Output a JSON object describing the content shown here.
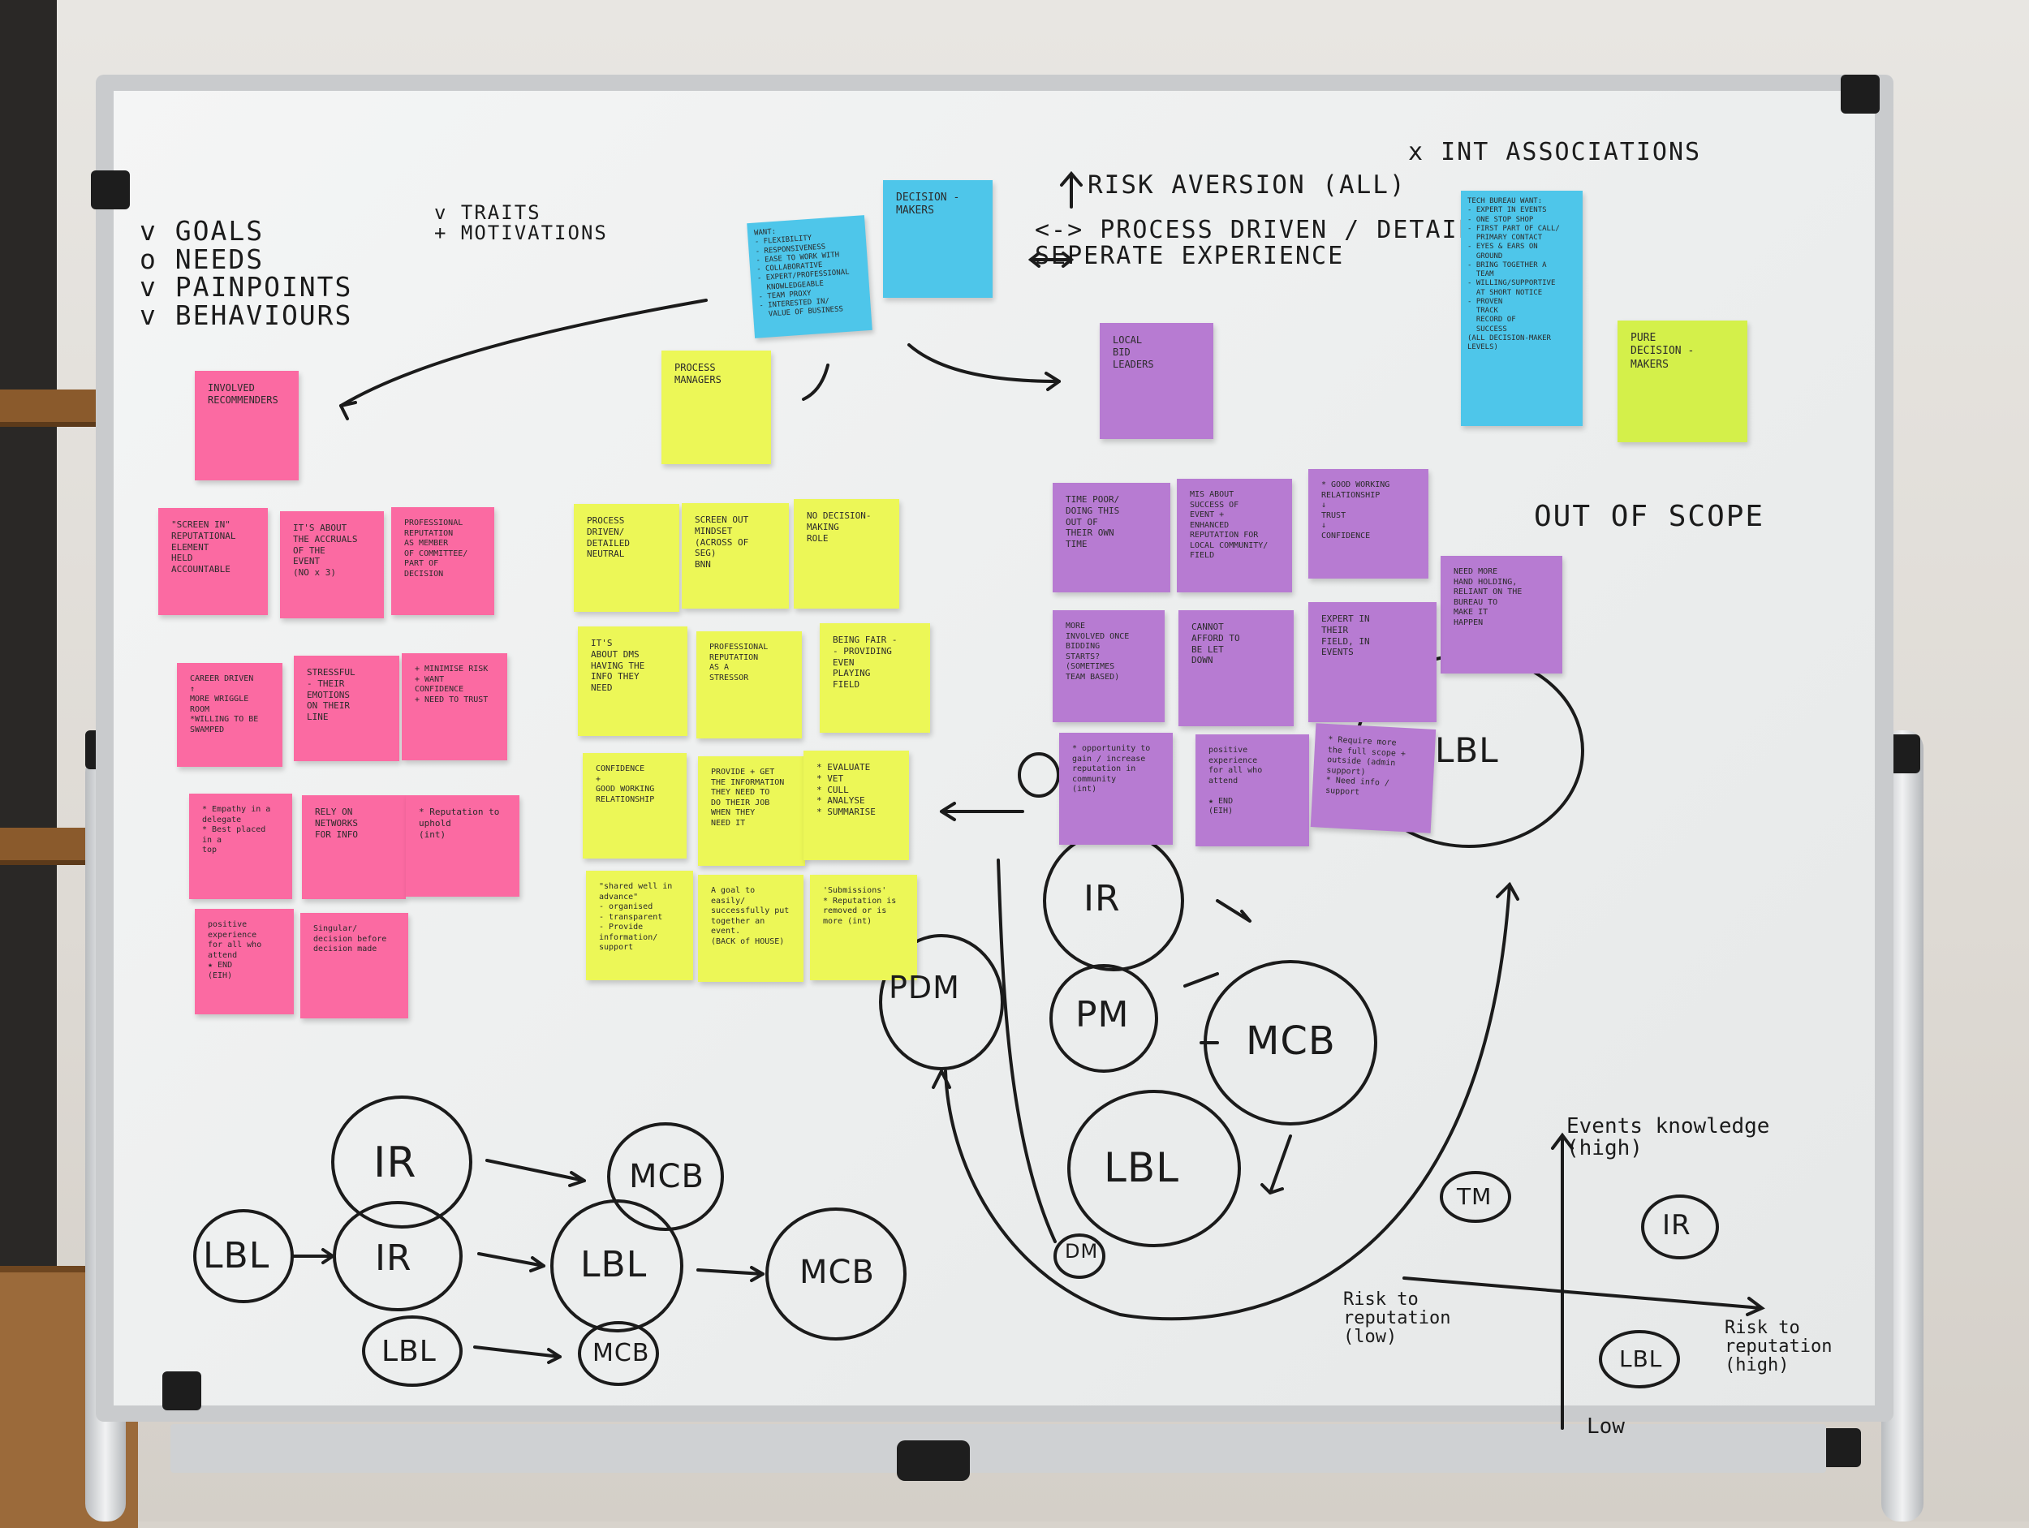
{
  "board": {
    "headings": {
      "attributes": "v GOALS\no NEEDS\nv PAINPOINTS\nv BEHAVIOURS",
      "traits": "v TRAITS\n+ MOTIVATIONS",
      "risk": "RISK AVERSION (ALL)",
      "process": "<-> PROCESS DRIVEN / DETAILED\nSEPERATE EXPERIENCE",
      "int": "x INT ASSOCIATIONS",
      "out_of_scope": "OUT OF SCOPE"
    },
    "notes": {
      "persona_ir": "INVOLVED\nRECOMMENDERS",
      "persona_pm": "PROCESS\nMANAGERS",
      "persona_want": "WANT:\n- FLEXIBILITY\n- RESPONSIVENESS\n- EASE TO WORK WITH\n- COLLABORATIVE\n- EXPERT/PROFESSIONAL\n  KNOWLEDGEABLE\n- TEAM PROXY\n- INTERESTED IN/\n  VALUE OF BUSINESS",
      "persona_dm": "DECISION -\nMAKERS",
      "persona_lbl": "LOCAL\nBID\nLEADERS",
      "tech_bureau": "TECH BUREAU WANT:\n- EXPERT IN EVENTS\n- ONE STOP SHOP\n- FIRST PART OF CALL/\n  PRIMARY CONTACT\n- EYES & EARS ON\n  GROUND\n- BRING TOGETHER A\n  TEAM\n- WILLING/SUPPORTIVE\n  AT SHORT NOTICE\n- PROVEN\n  TRACK\n  RECORD OF\n  SUCCESS\n(ALL DECISION-MAKER LEVELS)",
      "pure_dm": "PURE\nDECISION -\nMAKERS",
      "pink1": "\"SCREEN IN\"\nREPUTATIONAL\nELEMENT\nHELD ACCOUNTABLE",
      "pink2": "IT'S ABOUT\nTHE ACCRUALS\nOF THE\nEVENT\n(NO x 3)",
      "pink3": "PROFESSIONAL\nREPUTATION\nAS MEMBER\nOF COMMITTEE/\nPART OF\nDECISION",
      "pink4": "CAREER DRIVEN\n↑\nMORE WRIGGLE\nROOM\n*WILLING TO BE\nSWAMPED",
      "pink5": "STRESSFUL\n- THEIR\nEMOTIONS\nON THEIR\nLINE",
      "pink6": "+ MINIMISE RISK\n+ WANT CONFIDENCE\n+ NEED TO TRUST",
      "pink7": "* Empathy in a\ndelegate\n* Best placed in a\ntop",
      "pink8": "RELY ON\nNETWORKS\nFOR INFO",
      "pink9": "* Reputation to\nuphold\n(int)",
      "pink10": "positive experience\nfor all who attend\n★ END\n(EIH)",
      "pink11": "Singular/\ndecision before\ndecision made",
      "yellow1": "PROCESS\nDRIVEN/\nDETAILED\nNEUTRAL",
      "yellow2": "SCREEN OUT\nMINDSET\n(ACROSS OF\nSEG)\nBNN",
      "yellow3": "NO DECISION-\nMAKING\nROLE",
      "yellow4": "IT'S\nABOUT DMS\nHAVING THE\nINFO THEY\nNEED",
      "yellow5": "PROFESSIONAL\nREPUTATION\nAS A\nSTRESSOR",
      "yellow6": "BEING FAIR -\n- PROVIDING\nEVEN\nPLAYING\nFIELD",
      "yellow7": "CONFIDENCE\n+\nGOOD WORKING\nRELATIONSHIP",
      "yellow8": "PROVIDE + GET\nTHE INFORMATION\nTHEY NEED TO\nDO THEIR JOB\nWHEN THEY\nNEED IT",
      "yellow9": "* EVALUATE\n* VET\n* CULL\n* ANALYSE\n* SUMMARISE",
      "yellow10": "\"shared well in\nadvance\"\n- organised\n- transparent\n- Provide information/\nsupport",
      "yellow11": "A goal to easily/\nsuccessfully put\ntogether an event.\n(BACK of HOUSE)",
      "yellow12": "'Submissions'\n* Reputation is\nremoved or is\nmore (int)",
      "purple1": "TIME POOR/\nDOING THIS\nOUT OF\nTHEIR OWN\nTIME",
      "purple2": "MIS ABOUT\nSUCCESS OF\nEVENT +\nENHANCED\nREPUTATION FOR\nLOCAL COMMUNITY/\nFIELD",
      "purple3": "* GOOD WORKING\nRELATIONSHIP\n↓\nTRUST\n↓\nCONFIDENCE",
      "purple4": "NEED MORE\nHAND HOLDING,\nRELIANT ON THE\nBUREAU TO\nMAKE IT\nHAPPEN",
      "purple5": "MORE\nINVOLVED ONCE\nBIDDING\nSTARTS?\n(SOMETIMES\nTEAM BASED)",
      "purple6": "CANNOT\nAFFORD TO\nBE LET\nDOWN",
      "purple7": "EXPERT IN\nTHEIR\nFIELD, IN\nEVENTS",
      "purple8": "* opportunity to\ngain / increase\nreputation in\ncommunity\n(int)",
      "purple9": "positive experience\nfor all who attend\n\n★ END\n(EIH)",
      "purple10": "* Require more\nthe full scope +\noutside (admin\nsupport)\n* Need info / support"
    },
    "circles": {
      "ir_top": "IR",
      "pdm": "PDM",
      "pm": "PM",
      "mcb": "MCB",
      "lbl_mid": "LBL",
      "dm_small": "DM",
      "lbl_right": "LBL",
      "ir_left": "IR",
      "mcb_left": "MCB",
      "lbl_left": "LBL",
      "ir_left2": "IR",
      "lbl_center": "LBL",
      "mcb_far": "MCB",
      "lbl_bottom": "LBL",
      "mcb_bottom": "MCB",
      "tm_right": "TM",
      "ir_right": "IR",
      "lbl_quad": "LBL"
    },
    "axes": {
      "y_top": "Events knowledge\n(high)",
      "y_bottom": "Low",
      "x_left": "Risk to\nreputation\n(low)",
      "x_right": "Risk to\nreputation\n(high)"
    }
  }
}
